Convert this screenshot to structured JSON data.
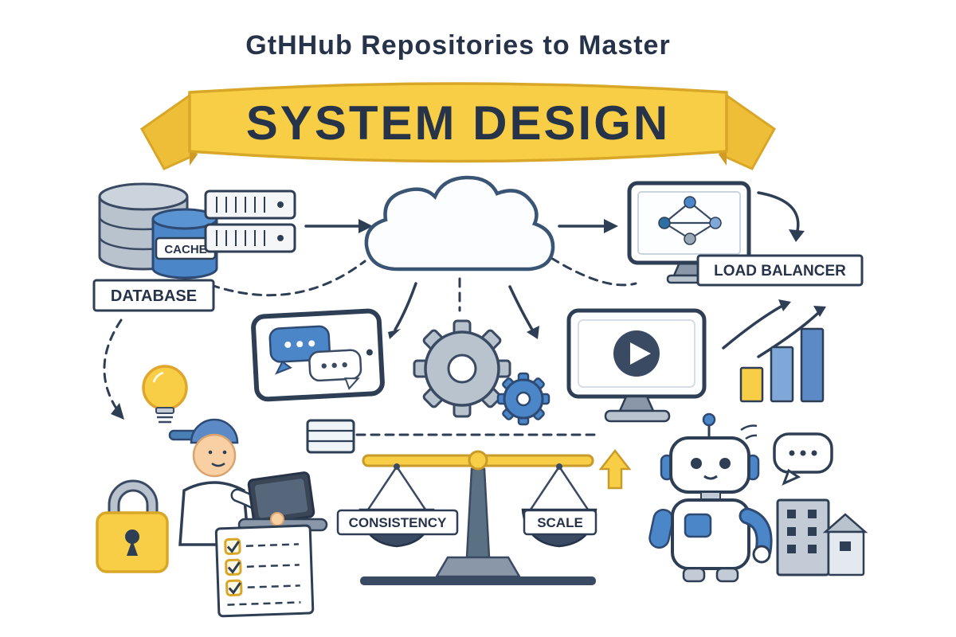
{
  "title": "GtHHub Repositories to Master",
  "banner": {
    "text": "SYSTEM DESIGN"
  },
  "labels": {
    "cache": "CACHE",
    "database": "DATABASE",
    "load_balancer": "LOAD BALANCER",
    "consistency": "CONSISTENCY",
    "scale": "SCALE"
  },
  "colors": {
    "navy": "#2E3F55",
    "blue": "#4A86C8",
    "light_blue": "#7FA8D9",
    "yellow": "#F8CE46",
    "yellow_dark": "#C89B2A",
    "gray": "#B9C3CE",
    "background": "#FFFFFF"
  },
  "icons": [
    "database-cylinders",
    "cache-cylinder",
    "server-rack",
    "cloud",
    "network-monitor",
    "bar-chart",
    "growth-arrows",
    "tablet-chat",
    "gears",
    "video-monitor",
    "lightbulb",
    "developer-with-laptop",
    "padlock",
    "checklist",
    "balance-scale",
    "up-arrow",
    "robot",
    "speech-bubble",
    "buildings"
  ]
}
